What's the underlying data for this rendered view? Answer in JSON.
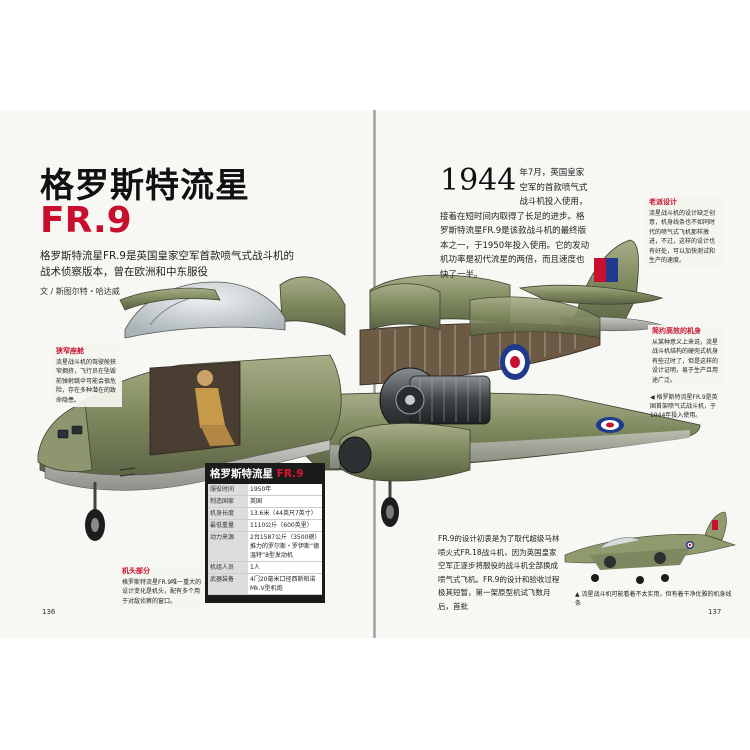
{
  "title_cn": "格罗斯特流星",
  "title_en": "FR.9",
  "subtitle": "格罗斯特流星FR.9是英国皇家空军首款喷气式战斗机的战术侦察版本，曾在欧洲和中东服役",
  "author": "文 / 斯图尔特・哈达威",
  "intro": {
    "big_year": "1944",
    "text": "年7月，英国皇家空军的首款喷气式战斗机投入使用，接着在短时间内取得了长足的进步。格罗斯特流星FR.9是该款战斗机的最终版本之一，于1950年投入使用。它的发动机功率是初代流星的两倍，而且速度也快了一半。"
  },
  "callouts": {
    "cockpit": {
      "title": "狭窄座舱",
      "text": "流星战斗机的驾驶舱狭窄拥挤，飞行员在坠毁前弹射跳伞可能会很危险，存在多种潜在的致命隐患。"
    },
    "nose": {
      "title": "机头部分",
      "text": "格罗斯特流星FR.9唯一重大的设计变化是机头，配有多个用于对敌侦察的窗口。"
    },
    "design": {
      "title": "老派设计",
      "text": "流星战斗机的设计缺乏创意，机身线条也不如同时代的喷气式飞机那样激进，不过，这样的设计也有好处，可以加快测试和生产的速度。"
    },
    "fuselage": {
      "title": "简约高效的机身",
      "text": "从某种意义上来说，流星战斗机结构的硬壳式机身有些过时了，但是这样的设计证明，易于生产且用途广泛。"
    }
  },
  "spec": {
    "title_cn": "格罗斯特流星",
    "title_en": "FR.9",
    "rows": [
      {
        "k": "服役时间",
        "v": "1950年"
      },
      {
        "k": "制造国家",
        "v": "英国"
      },
      {
        "k": "机身长度",
        "v": "13.6米（44英尺7英寸）"
      },
      {
        "k": "最低重量",
        "v": "1110公斤（600英里）"
      },
      {
        "k": "动力来源",
        "v": "2台1587公斤（3500磅）推力的罗尔斯・罗伊斯“德温特”8型发动机"
      },
      {
        "k": "机组人员",
        "v": "1人"
      },
      {
        "k": "武器装备",
        "v": "4门20毫米口径西斯帕诺Mk.V型机炮"
      }
    ]
  },
  "captions": {
    "side": "◀ 格罗斯特流星FR.9是英国首架喷气式战斗机，于1944年投入使用。",
    "photo": "▲ 流星战斗机可能看着不太实用，但有着干净优雅的机身线条"
  },
  "body2": "FR.9的设计初衷是为了取代超级马林喷火式FR.18战斗机，因为英国皇家空军正逐步将服役的战斗机全部换成喷气式飞机。FR.9的设计和验收过程极其短暂，第一架原型机试飞数月后，首批",
  "page_left": "136",
  "page_right": "137",
  "colors": {
    "accent": "#c8102e",
    "airframe": "#7f8b5e",
    "underside": "#b9bcb4",
    "roundel_blue": "#1f3a8c"
  }
}
